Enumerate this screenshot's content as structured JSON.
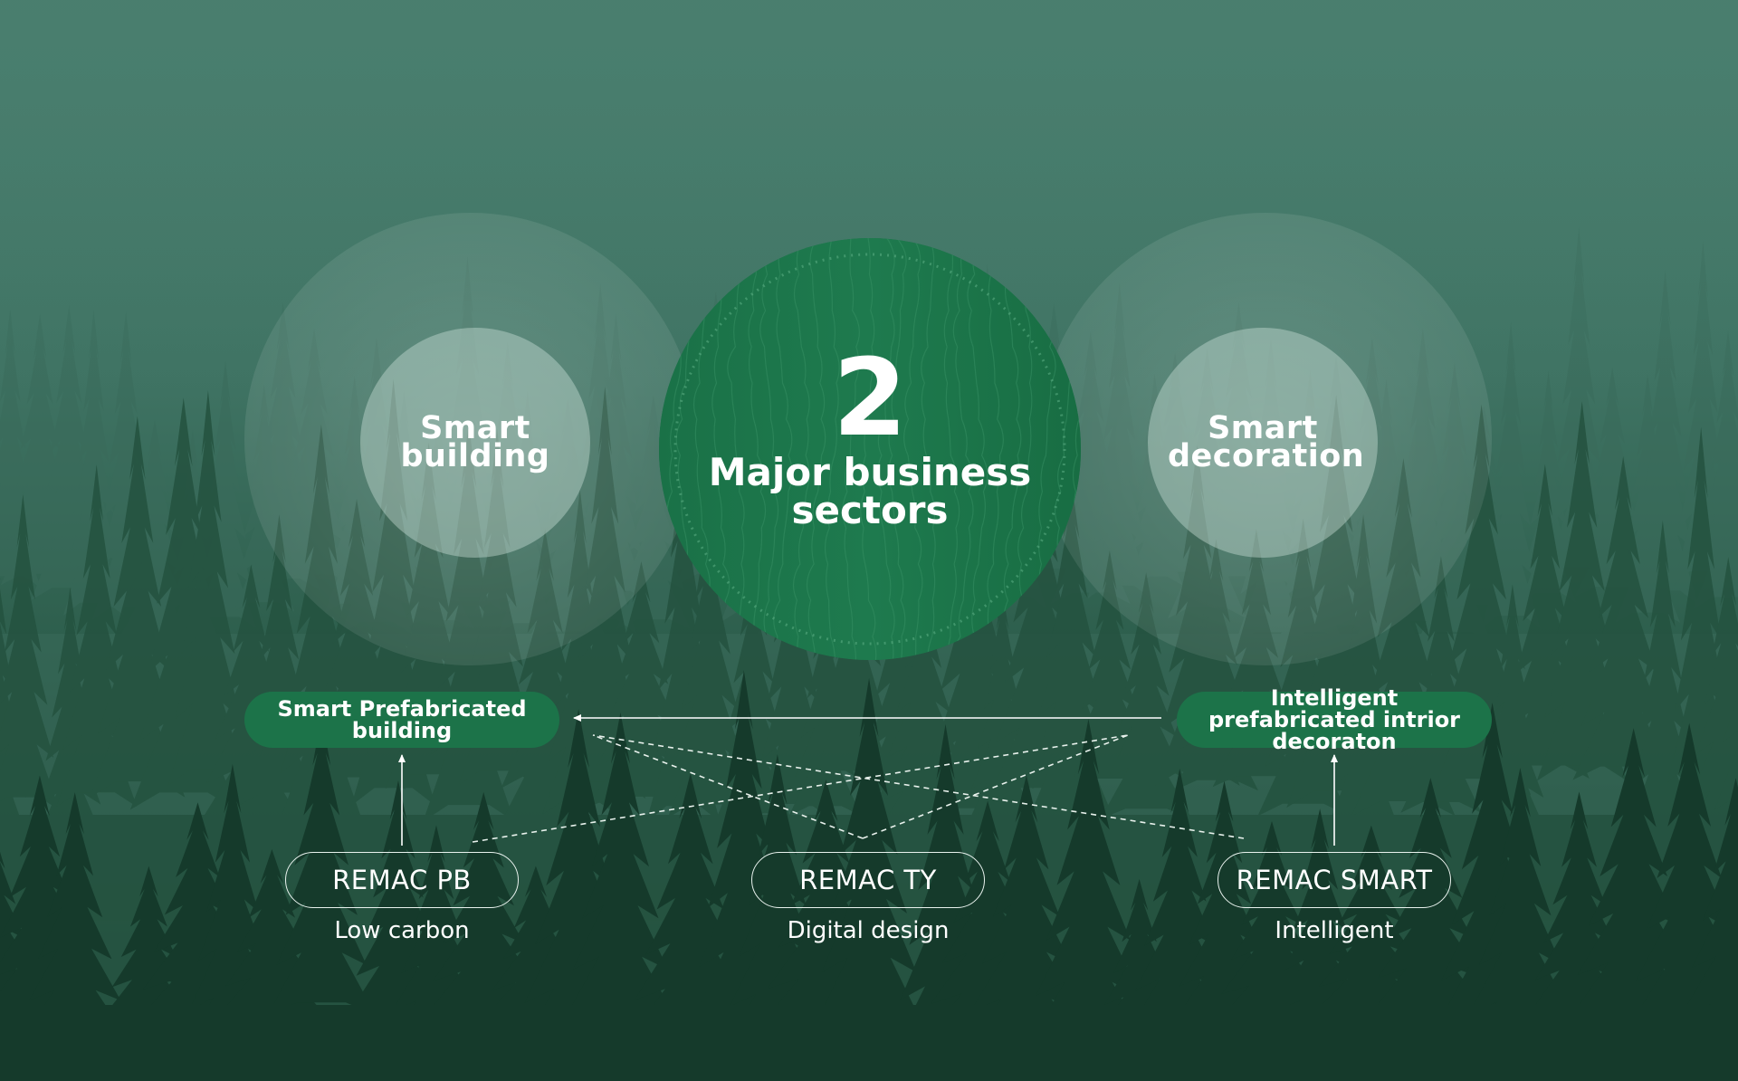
{
  "sectors": {
    "count": "2",
    "label": "Major business sectors",
    "left": {
      "label": "Smart building"
    },
    "right": {
      "label": "Smart decoration"
    }
  },
  "products": [
    {
      "name": "Smart Prefabricated building"
    },
    {
      "name": "Intelligent prefabricated intrior decoraton"
    }
  ],
  "brands": [
    {
      "name": "REMAC PB",
      "tag": "Low carbon"
    },
    {
      "name": "REMAC TY",
      "tag": "Digital design"
    },
    {
      "name": "REMAC SMART",
      "tag": "Intelligent"
    }
  ],
  "colors": {
    "accent_green": "#1c7349",
    "center_green": "#1b7449",
    "sky_top": "#457a6a",
    "forest_dark": "#143e2e"
  }
}
